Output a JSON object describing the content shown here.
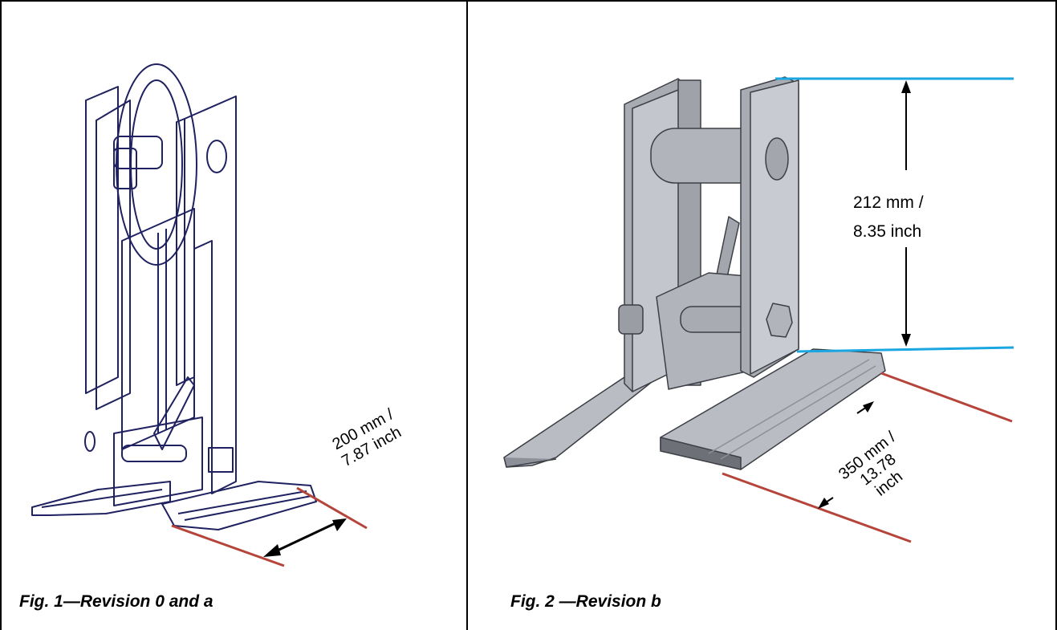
{
  "figures": [
    {
      "caption": "Fig. 1—Revision 0 and a",
      "dimension": {
        "line1": "200 mm /",
        "line2": "7.87 inch"
      }
    },
    {
      "caption": "Fig. 2 —Revision b",
      "height_dimension": {
        "line1": "212 mm /",
        "line2": "8.35 inch"
      },
      "length_dimension": {
        "line1": "350 mm /",
        "line2": "13.78",
        "line3": "inch"
      }
    }
  ],
  "colors": {
    "sketch_outline": "#1f2160",
    "dimension_red": "#b5443a",
    "dimension_blue": "#1aa6e0",
    "part_gray": "#b9bcc3",
    "part_dark": "#6e7078"
  }
}
